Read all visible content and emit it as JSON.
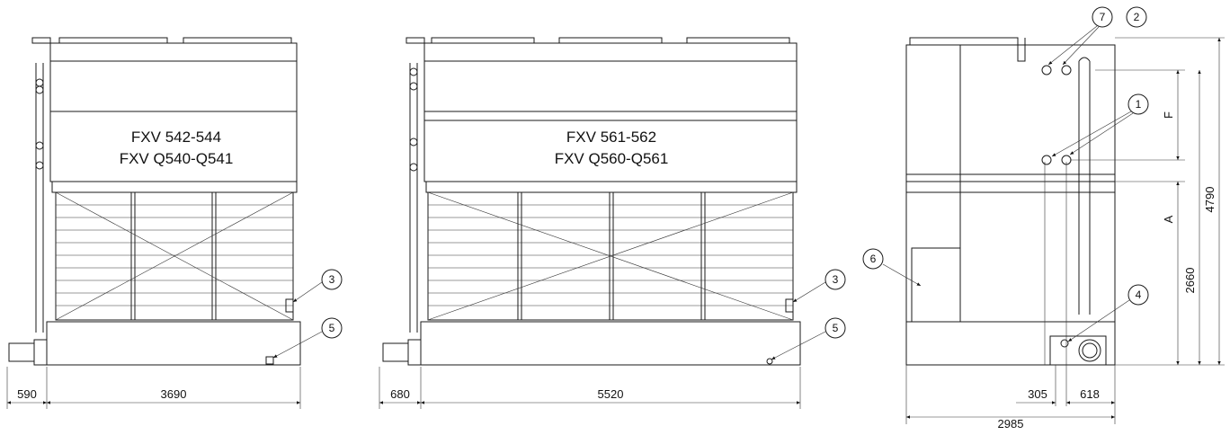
{
  "left_unit": {
    "model_line1": "FXV 542-544",
    "model_line2": "FXV Q540-Q541",
    "dim_side": "590",
    "dim_width": "3690",
    "callout_3": "3",
    "callout_5": "5"
  },
  "middle_unit": {
    "model_line1": "FXV 561-562",
    "model_line2": "FXV Q560-Q561",
    "dim_side": "680",
    "dim_width": "5520",
    "callout_3": "3",
    "callout_5": "5"
  },
  "side_view": {
    "callout_1": "1",
    "callout_2": "2",
    "callout_4": "4",
    "callout_6": "6",
    "callout_7": "7",
    "dim_F": "F",
    "dim_A": "A",
    "dim_height": "4790",
    "dim_2660": "2660",
    "dim_305": "305",
    "dim_618": "618",
    "dim_2985": "2985"
  }
}
